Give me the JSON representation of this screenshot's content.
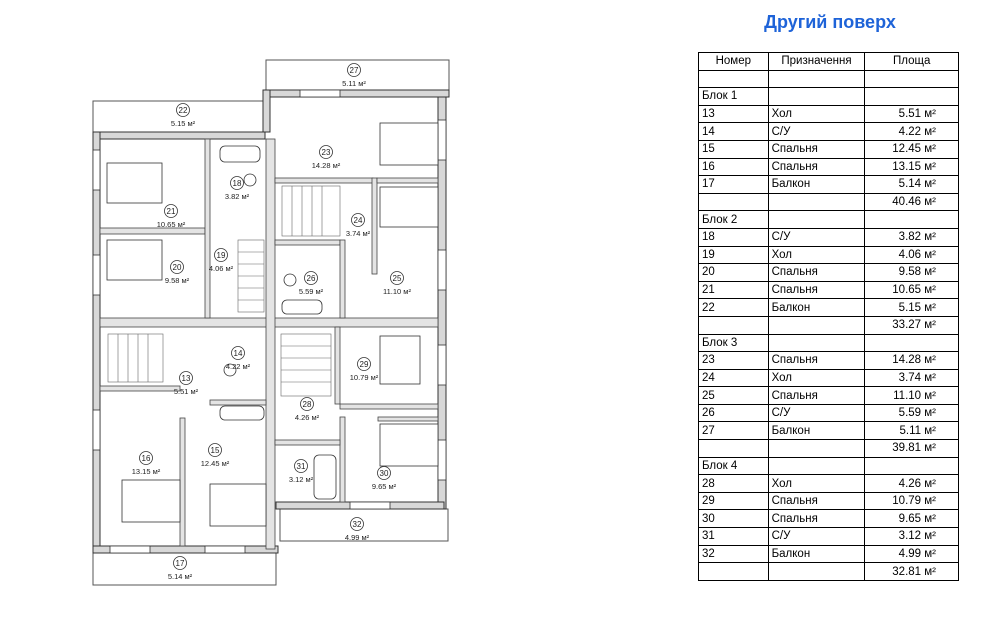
{
  "title": "Другий поверх",
  "table": {
    "headers": [
      "Номер",
      "Призначення",
      "Площа"
    ],
    "blocks": [
      {
        "name": "Блок 1",
        "rows": [
          {
            "num": "13",
            "purpose": "Хол",
            "area": "5.51 м²"
          },
          {
            "num": "14",
            "purpose": "С/У",
            "area": "4.22 м²"
          },
          {
            "num": "15",
            "purpose": "Спальня",
            "area": "12.45 м²"
          },
          {
            "num": "16",
            "purpose": "Спальня",
            "area": "13.15 м²"
          },
          {
            "num": "17",
            "purpose": "Балкон",
            "area": "5.14 м²"
          }
        ],
        "total": "40.46 м²"
      },
      {
        "name": "Блок 2",
        "rows": [
          {
            "num": "18",
            "purpose": "С/У",
            "area": "3.82 м²"
          },
          {
            "num": "19",
            "purpose": "Хол",
            "area": "4.06 м²"
          },
          {
            "num": "20",
            "purpose": "Спальня",
            "area": "9.58 м²"
          },
          {
            "num": "21",
            "purpose": "Спальня",
            "area": "10.65 м²"
          },
          {
            "num": "22",
            "purpose": "Балкон",
            "area": "5.15 м²"
          }
        ],
        "total": "33.27 м²"
      },
      {
        "name": "Блок 3",
        "rows": [
          {
            "num": "23",
            "purpose": "Спальня",
            "area": "14.28 м²"
          },
          {
            "num": "24",
            "purpose": "Хол",
            "area": "3.74 м²"
          },
          {
            "num": "25",
            "purpose": "Спальня",
            "area": "11.10 м²"
          },
          {
            "num": "26",
            "purpose": "С/У",
            "area": "5.59 м²"
          },
          {
            "num": "27",
            "purpose": "Балкон",
            "area": "5.11 м²"
          }
        ],
        "total": "39.81 м²"
      },
      {
        "name": "Блок 4",
        "rows": [
          {
            "num": "28",
            "purpose": "Хол",
            "area": "4.26 м²"
          },
          {
            "num": "29",
            "purpose": "Спальня",
            "area": "10.79 м²"
          },
          {
            "num": "30",
            "purpose": "Спальня",
            "area": "9.65 м²"
          },
          {
            "num": "31",
            "purpose": "С/У",
            "area": "3.12 м²"
          },
          {
            "num": "32",
            "purpose": "Балкон",
            "area": "4.99 м²"
          }
        ],
        "total": "32.81 м²"
      }
    ]
  },
  "plan_rooms": [
    {
      "num": "13",
      "area": "5.51 м²"
    },
    {
      "num": "14",
      "area": "4.22 м²"
    },
    {
      "num": "15",
      "area": "12.45 м²"
    },
    {
      "num": "16",
      "area": "13.15 м²"
    },
    {
      "num": "17",
      "area": "5.14 м²"
    },
    {
      "num": "18",
      "area": "3.82 м²"
    },
    {
      "num": "19",
      "area": "4.06 м²"
    },
    {
      "num": "20",
      "area": "9.58 м²"
    },
    {
      "num": "21",
      "area": "10.65 м²"
    },
    {
      "num": "22",
      "area": "5.15 м²"
    },
    {
      "num": "23",
      "area": "14.28 м²"
    },
    {
      "num": "24",
      "area": "3.74 м²"
    },
    {
      "num": "25",
      "area": "11.10 м²"
    },
    {
      "num": "26",
      "area": "5.59 м²"
    },
    {
      "num": "27",
      "area": "5.11 м²"
    },
    {
      "num": "28",
      "area": "4.26 м²"
    },
    {
      "num": "29",
      "area": "10.79 м²"
    },
    {
      "num": "30",
      "area": "9.65 м²"
    },
    {
      "num": "31",
      "area": "3.12 м²"
    },
    {
      "num": "32",
      "area": "4.99 м²"
    }
  ]
}
